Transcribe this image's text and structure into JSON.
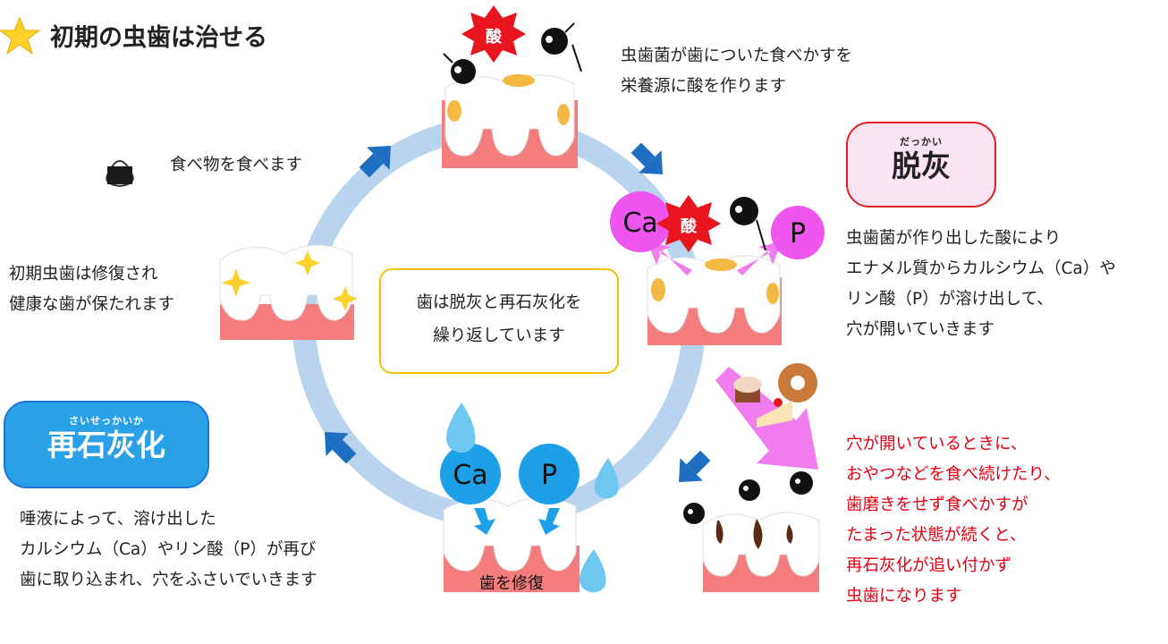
{
  "title": "初期の虫歯は治せる",
  "step_top": {
    "line1": "虫歯菌が歯についた食べかすを",
    "line2": "栄養源に酸を作ります",
    "acid": "酸"
  },
  "step_eat": {
    "text": "食べ物を食べます"
  },
  "dakkai": {
    "ruby": "だっかい",
    "label": "脱灰"
  },
  "step_dakkai": {
    "line1": "虫歯菌が作り出した酸により",
    "line2": "エナメル質からカルシウム（Ca）や",
    "line3": "リン酸（P）が溶け出して、",
    "line4": "穴が開いていきます",
    "ca": "Ca",
    "p": "P",
    "acid": "酸"
  },
  "step_repaired": {
    "line1": "初期虫歯は修復され",
    "line2": "健康な歯が保たれます"
  },
  "center": {
    "line1": "歯は脱灰と再石灰化を",
    "line2": "繰り返しています"
  },
  "saiseki": {
    "ruby": "さいせっかいか",
    "label": "再石灰化"
  },
  "step_saiseki": {
    "line1": "唾液によって、溶け出した",
    "line2": "カルシウム（Ca）やリン酸（P）が再び",
    "line3": "歯に取り込まれ、穴をふさいでいきます",
    "ca": "Ca",
    "p": "P",
    "repair": "歯を修復"
  },
  "warning": {
    "line1": "穴が開いているときに、",
    "line2": "おやつなどを食べ続けたり、",
    "line3": "歯磨きをせず食べかすが",
    "line4": "たまった状態が続くと、",
    "line5": "再石灰化が追い付かず",
    "line6": "虫歯になります"
  },
  "colors": {
    "cycle": "#b8d4ee",
    "arrow": "#1e6fc2",
    "gum": "#f47c7c",
    "pink_arrow": "#f07cee",
    "magenta_ion": "#ee55ee",
    "blue_ion": "#1ea0e8",
    "warning_red": "#e60012",
    "star": "#fbd12a"
  }
}
